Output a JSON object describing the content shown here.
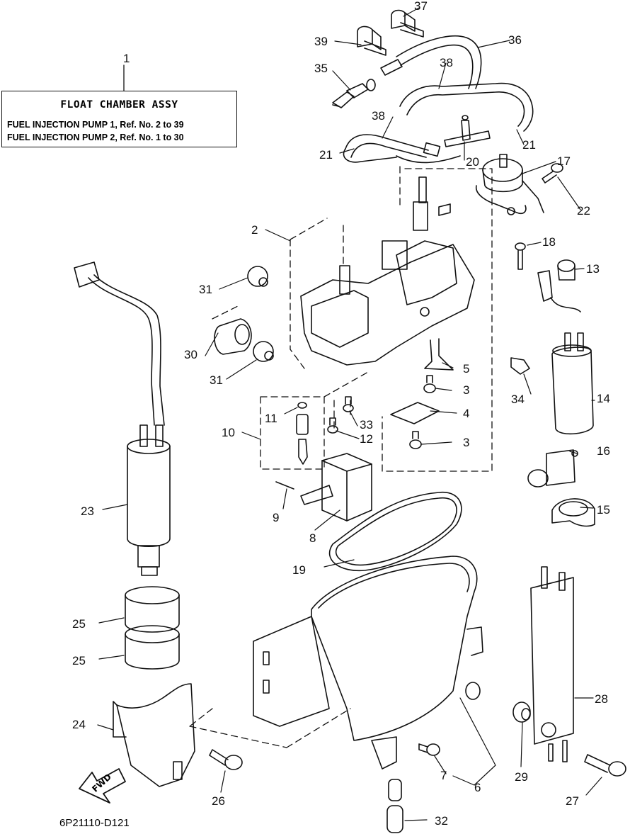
{
  "title_box": {
    "heading": "FLOAT CHAMBER ASSY",
    "line1": "FUEL INJECTION PUMP 1, Ref. No. 2 to 39",
    "line2": "FUEL INJECTION PUMP 2, Ref. No. 1 to 30"
  },
  "diagram_code": "6P21110-D121",
  "fwd_label": "FWD",
  "callouts": {
    "c1": "1",
    "c2": "2",
    "c3a": "3",
    "c3b": "3",
    "c4": "4",
    "c5": "5",
    "c6": "6",
    "c7": "7",
    "c8": "8",
    "c9": "9",
    "c10": "10",
    "c11": "11",
    "c12": "12",
    "c13": "13",
    "c14": "14",
    "c15": "15",
    "c16": "16",
    "c17": "17",
    "c18": "18",
    "c19": "19",
    "c20": "20",
    "c21a": "21",
    "c21b": "21",
    "c22": "22",
    "c23": "23",
    "c24": "24",
    "c25a": "25",
    "c25b": "25",
    "c26": "26",
    "c27": "27",
    "c28": "28",
    "c29": "29",
    "c30": "30",
    "c31a": "31",
    "c31b": "31",
    "c32": "32",
    "c33": "33",
    "c34": "34",
    "c35": "35",
    "c36": "36",
    "c37": "37",
    "c38a": "38",
    "c38b": "38",
    "c39": "39"
  }
}
